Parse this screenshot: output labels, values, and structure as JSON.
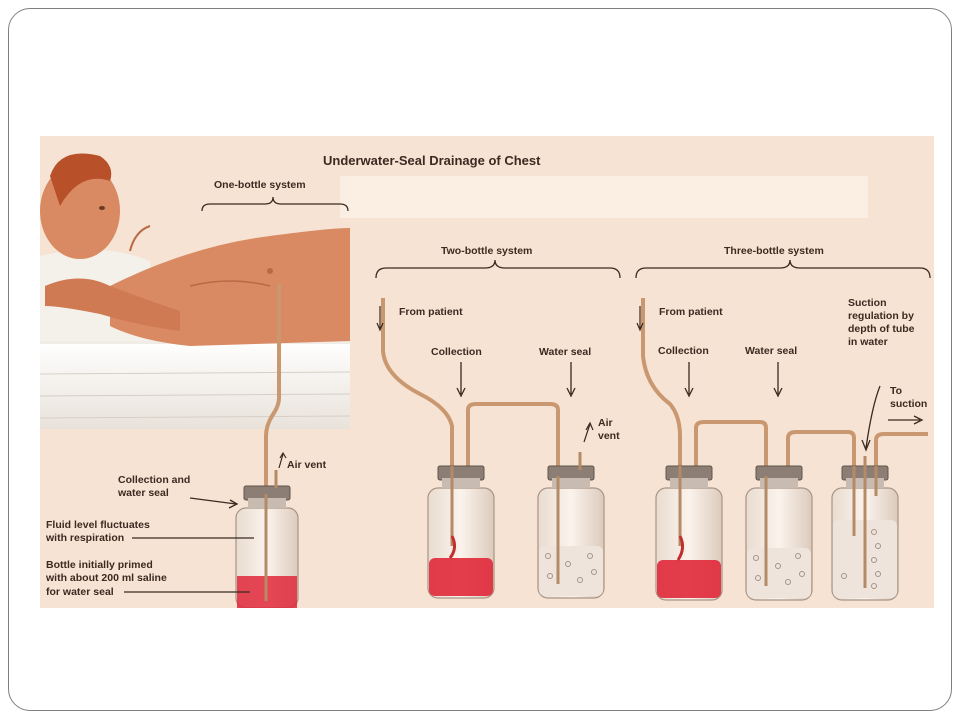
{
  "figure": {
    "title": "Underwater-Seal Drainage of Chest",
    "one_bottle": {
      "heading": "One-bottle system",
      "air_vent": "Air vent",
      "collection_line1": "Collection and",
      "collection_line2": "water seal",
      "fluid_line1": "Fluid level fluctuates",
      "fluid_line2": "with respiration",
      "primed_line1": "Bottle initially primed",
      "primed_line2": "with about 200 ml saline",
      "primed_line3": "for water seal"
    },
    "two_bottle": {
      "heading": "Two-bottle system",
      "from_patient": "From patient",
      "collection": "Collection",
      "water_seal": "Water seal",
      "air_line1": "Air",
      "air_line2": "vent"
    },
    "three_bottle": {
      "heading": "Three-bottle system",
      "from_patient": "From patient",
      "collection": "Collection",
      "water_seal": "Water seal",
      "suction_line1": "Suction",
      "suction_line2": "regulation by",
      "suction_line3": "depth of tube",
      "suction_line4": "in water",
      "to_line1": "To",
      "to_line2": "suction"
    }
  },
  "colors": {
    "background": "#f7e3d3",
    "fluid_red": "#e0283a",
    "tube": "#c99870",
    "skin": "#d98a62",
    "text": "#3a2a20"
  }
}
